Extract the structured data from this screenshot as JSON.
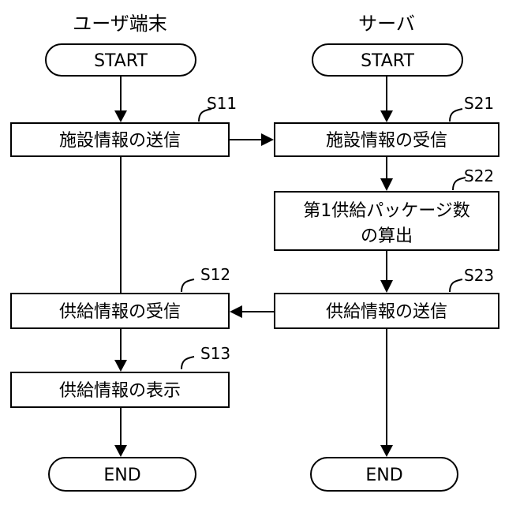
{
  "lanes": {
    "user_terminal": "ユーザ端末",
    "server": "サーバ"
  },
  "user_terminal": {
    "start": "START",
    "s11": {
      "label": "S11",
      "text": "施設情報の送信"
    },
    "s12": {
      "label": "S12",
      "text": "供給情報の受信"
    },
    "s13": {
      "label": "S13",
      "text": "供給情報の表示"
    },
    "end": "END"
  },
  "server": {
    "start": "START",
    "s21": {
      "label": "S21",
      "text": "施設情報の受信"
    },
    "s22": {
      "label": "S22",
      "text_line1": "第1供給パッケージ数",
      "text_line2": "の算出"
    },
    "s23": {
      "label": "S23",
      "text": "供給情報の送信"
    },
    "end": "END"
  }
}
